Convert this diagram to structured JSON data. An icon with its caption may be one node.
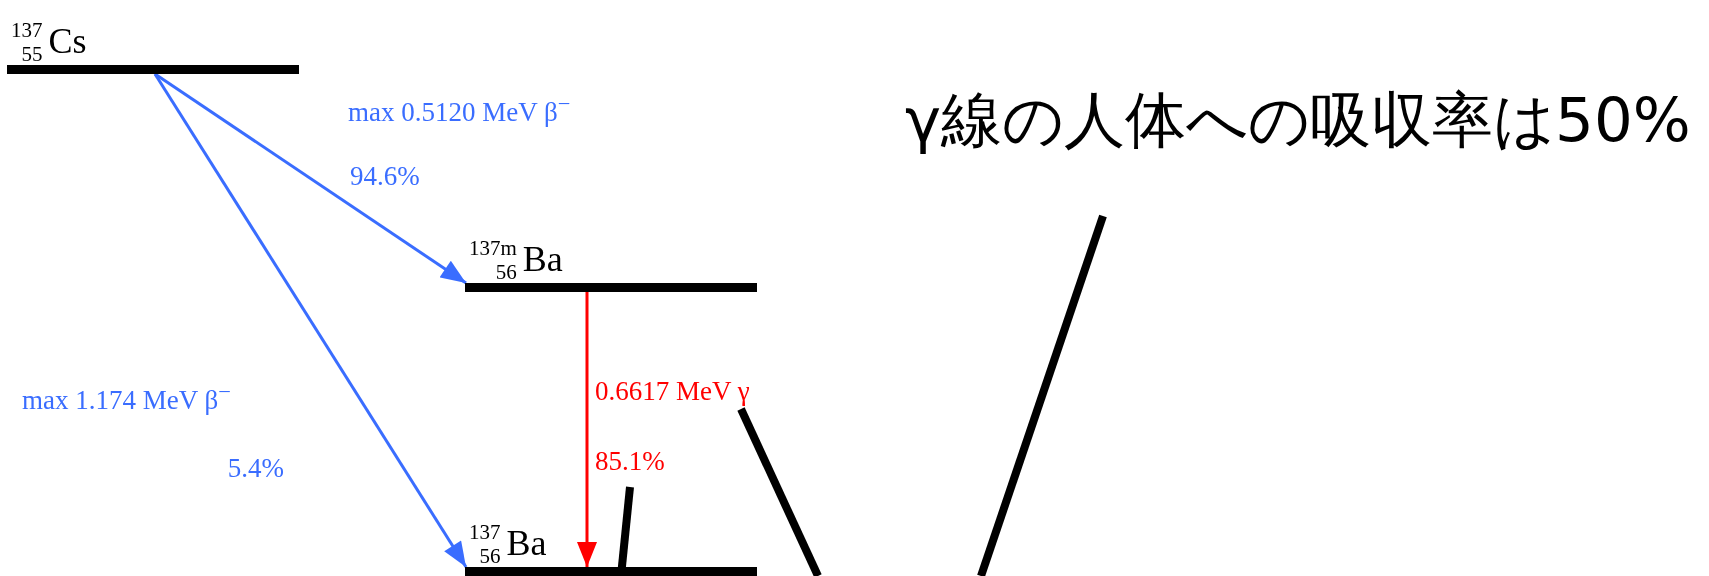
{
  "diagram": {
    "title": "γ線の人体への吸収率は50%",
    "nodes": [
      {
        "text": [
          "$^{137}$$_{55}$Cs"
        ]
      },
      {
        "text": [
          "$^{137m}$$_{56}$Ba"
        ]
      },
      {
        "text": [
          "$^{137}$$_{56}$Ba"
        ]
      }
    ],
    "edges": [
      {
        "from": 0,
        "to": 1,
        "arrow": "to",
        "color": "#3a6dff"
      },
      {
        "from": 0,
        "to": 2,
        "arrow": "to",
        "color": "#3a6dff"
      },
      {
        "from": 1,
        "to": 2,
        "arrow": "to",
        "color": "#ff0000"
      }
    ],
    "labels": [
      "max 0.5120 MeV β$^{−}$",
      "94.6%",
      "max 1.174 MeV β$^{−}$",
      "5.4%",
      "0.6617 MeV γ",
      "85.1%"
    ]
  }
}
